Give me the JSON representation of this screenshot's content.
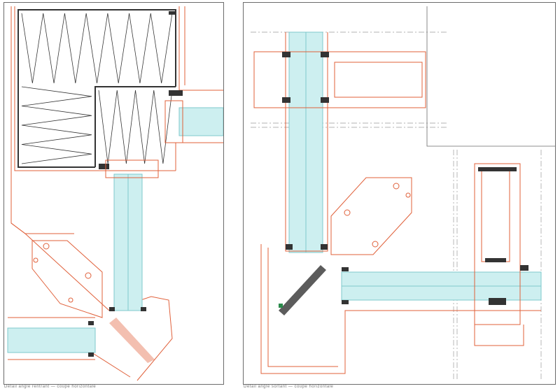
{
  "colors": {
    "profile": "#e0603a",
    "glass": "#cdeff0",
    "glass_edge": "#7fc8cc",
    "insulation": "#333333",
    "dashline": "#9a9a9a",
    "frame": "#6b6b6b"
  },
  "panels": [
    {
      "id": "left",
      "caption": "Détail angle rentrant — coupe horizontale"
    },
    {
      "id": "right",
      "caption": "Détail angle sortant — coupe horizontale"
    }
  ]
}
